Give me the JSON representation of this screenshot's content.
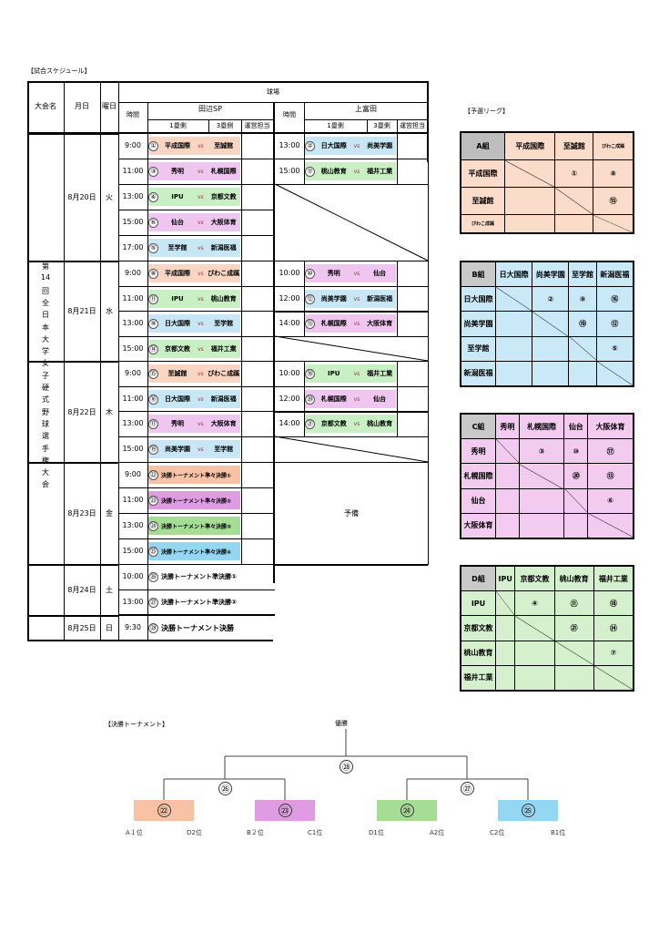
{
  "schedule": {
    "title": "【試合スケジュール】",
    "headers": {
      "tournament": "大会名",
      "date": "月日",
      "weekday": "曜日",
      "venue": "球場",
      "time": "時間",
      "venue1": "田辺SP",
      "venue2": "上富田",
      "side1": "1塁側",
      "side3": "3塁側",
      "staff": "運営担当"
    },
    "tournament_name": [
      "第",
      "14",
      "回",
      "全",
      "日",
      "本",
      "大",
      "学",
      "女",
      "子",
      "硬",
      "式",
      "野",
      "球",
      "選",
      "手",
      "権",
      "大",
      "会"
    ],
    "days": [
      {
        "date": "8月20日",
        "weekday": "火"
      },
      {
        "date": "8月21日",
        "weekday": "水"
      },
      {
        "date": "8月22日",
        "weekday": "木"
      },
      {
        "date": "8月23日",
        "weekday": "金"
      },
      {
        "date": "8月24日",
        "weekday": "土"
      },
      {
        "date": "8月25日",
        "weekday": "日"
      }
    ],
    "times_a": [
      "9:00",
      "11:00",
      "13:00",
      "15:00",
      "17:00",
      "9:00",
      "11:00",
      "13:00",
      "15:00",
      "9:00",
      "11:00",
      "13:00",
      "15:00",
      "9:00",
      "11:00",
      "13:00",
      "15:00",
      "10:00",
      "13:00",
      "9:30"
    ],
    "games_a": [
      {
        "no": "①",
        "t1": "平成国際",
        "t2": "至誠館",
        "color": "#f9d5c3"
      },
      {
        "no": "③",
        "t1": "秀明",
        "t2": "札幌国際",
        "color": "#efc6ef"
      },
      {
        "no": "④",
        "t1": "IPU",
        "t2": "京都文教",
        "color": "#c9efc4"
      },
      {
        "no": "⑥",
        "t1": "仙台",
        "t2": "大阪体育",
        "color": "#efc6ef"
      },
      {
        "no": "⑤",
        "t1": "至学館",
        "t2": "新潟医福",
        "color": "#c7e7f7"
      },
      {
        "no": "⑧",
        "t1": "平成国際",
        "t2": "びわこ成蹊",
        "color": "#f9d5c3"
      },
      {
        "no": "⑪",
        "t1": "IPU",
        "t2": "桃山教育",
        "color": "#c9efc4"
      },
      {
        "no": "⑨",
        "t1": "日大国際",
        "t2": "至学館",
        "color": "#c7e7f7"
      },
      {
        "no": "⑭",
        "t1": "京都文教",
        "t2": "福井工業",
        "color": "#c9efc4"
      },
      {
        "no": "⑮",
        "t1": "至誠館",
        "t2": "びわこ成蹊",
        "color": "#f9d5c3"
      },
      {
        "no": "⑯",
        "t1": "日大国際",
        "t2": "新潟医福",
        "color": "#c7e7f7"
      },
      {
        "no": "⑰",
        "t1": "秀明",
        "t2": "大阪体育",
        "color": "#efc6ef"
      },
      {
        "no": "⑲",
        "t1": "尚美学園",
        "t2": "至学館",
        "color": "#c7e7f7"
      }
    ],
    "semis": [
      {
        "no": "㉒",
        "label": "決勝トーナメント準々決勝①",
        "color": "#f7c2a5"
      },
      {
        "no": "㉓",
        "label": "決勝トーナメント準々決勝②",
        "color": "#df9ce3"
      },
      {
        "no": "㉔",
        "label": "決勝トーナメント準々決勝③",
        "color": "#a6dd96"
      },
      {
        "no": "㉕",
        "label": "決勝トーナメント準々決勝④",
        "color": "#93d7f2"
      }
    ],
    "finals": [
      {
        "no": "㉖",
        "label": "決勝トーナメント準決勝①"
      },
      {
        "no": "㉗",
        "label": "決勝トーナメント準決勝②"
      },
      {
        "no": "㉘",
        "label": "決勝トーナメント決勝"
      }
    ],
    "times_b": [
      "13:00",
      "15:00",
      "10:00",
      "12:00",
      "14:00",
      "10:00",
      "12:00",
      "14:00"
    ],
    "games_b": [
      {
        "no": "②",
        "t1": "日大国際",
        "t2": "尚美学園",
        "color": "#c7e7f7"
      },
      {
        "no": "⑦",
        "t1": "桃山教育",
        "t2": "福井工業",
        "color": "#c9efc4"
      },
      {
        "no": "⑩",
        "t1": "秀明",
        "t2": "仙台",
        "color": "#efc6ef"
      },
      {
        "no": "⑫",
        "t1": "尚美学園",
        "t2": "新潟医福",
        "color": "#c7e7f7"
      },
      {
        "no": "⑬",
        "t1": "札幌国際",
        "t2": "大阪体育",
        "color": "#efc6ef"
      },
      {
        "no": "⑱",
        "t1": "IPU",
        "t2": "福井工業",
        "color": "#c9efc4"
      },
      {
        "no": "⑳",
        "t1": "札幌国際",
        "t2": "仙台",
        "color": "#efc6ef"
      },
      {
        "no": "㉑",
        "t1": "京都文教",
        "t2": "桃山教育",
        "color": "#c9efc4"
      }
    ],
    "vs": "vs",
    "reserve": "予備"
  },
  "league": {
    "title": "【予選リーグ】",
    "groups": [
      {
        "name": "A組",
        "color": "#fbdccb",
        "teams": [
          "平成国際",
          "至誠館",
          "びわこ成蹊"
        ],
        "results": [
          [
            "",
            "①",
            "⑧"
          ],
          [
            "",
            "",
            "⑮"
          ],
          [
            "",
            "",
            ""
          ]
        ]
      },
      {
        "name": "B組",
        "color": "#c9e8f8",
        "teams": [
          "日大国際",
          "尚美学園",
          "至学館",
          "新潟医福"
        ],
        "results": [
          [
            "",
            "②",
            "⑨",
            "⑯"
          ],
          [
            "",
            "",
            "⑲",
            "⑫"
          ],
          [
            "",
            "",
            "",
            "⑤"
          ],
          [
            "",
            "",
            "",
            ""
          ]
        ]
      },
      {
        "name": "C組",
        "color": "#f3cbf1",
        "teams": [
          "秀明",
          "札幌国際",
          "仙台",
          "大阪体育"
        ],
        "results": [
          [
            "",
            "③",
            "⑩",
            "⑰"
          ],
          [
            "",
            "",
            "⑳",
            "⑬"
          ],
          [
            "",
            "",
            "",
            "⑥"
          ],
          [
            "",
            "",
            "",
            ""
          ]
        ]
      },
      {
        "name": "D組",
        "color": "#d5f0cc",
        "teams": [
          "IPU",
          "京都文教",
          "桃山教育",
          "福井工業"
        ],
        "results": [
          [
            "",
            "④",
            "⑪",
            "⑱"
          ],
          [
            "",
            "",
            "㉑",
            "⑭"
          ],
          [
            "",
            "",
            "",
            "⑦"
          ],
          [
            "",
            "",
            "",
            ""
          ]
        ]
      }
    ]
  },
  "bracket": {
    "title": "【決勝トーナメント】",
    "champion": "優勝",
    "final_no": "㉘",
    "semi_left": "㉖",
    "semi_right": "㉗",
    "qf": [
      {
        "no": "㉒",
        "color": "#f7c2a5",
        "left": "A１位",
        "right": "D2位"
      },
      {
        "no": "㉓",
        "color": "#df9ce3",
        "left": "B２位",
        "right": "C1位"
      },
      {
        "no": "㉔",
        "color": "#a6dd96",
        "left": "D1位",
        "right": "A2位"
      },
      {
        "no": "㉕",
        "color": "#93d7f2",
        "left": "C2位",
        "right": "B1位"
      }
    ]
  }
}
